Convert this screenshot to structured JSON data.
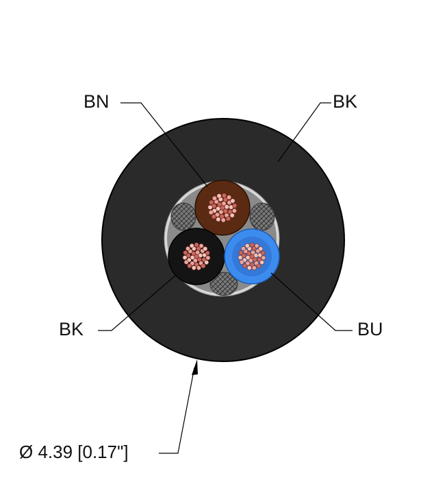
{
  "labels": {
    "conductor_brown": "BN",
    "jacket": "BK",
    "conductor_black": "BK",
    "conductor_blue": "BU",
    "diameter": "Ø 4.39 [0.17\"]"
  },
  "colors": {
    "jacket": "#2a2a2a",
    "core_fill": "#8a8a8a",
    "inner_ring": "#d8d8d8",
    "brown": "#5a2a12",
    "black": "#141414",
    "blue": "#3c8cf0",
    "strand": "#e8a8a0",
    "leader": "#000000"
  },
  "icons": [
    "cable-cross-section-icon"
  ]
}
